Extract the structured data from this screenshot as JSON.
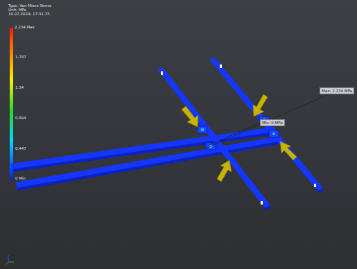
{
  "diagram": {
    "labels": [
      "Type: Von Mises Stress",
      "Unit: MPa",
      "10.07.2024, 17:31:35",
      "2.234 Max",
      "1.787",
      "1.34",
      "0.894",
      "0.447",
      "0 Min",
      "Max: 2.234 MPa",
      "Min: 0 MPa"
    ]
  }
}
